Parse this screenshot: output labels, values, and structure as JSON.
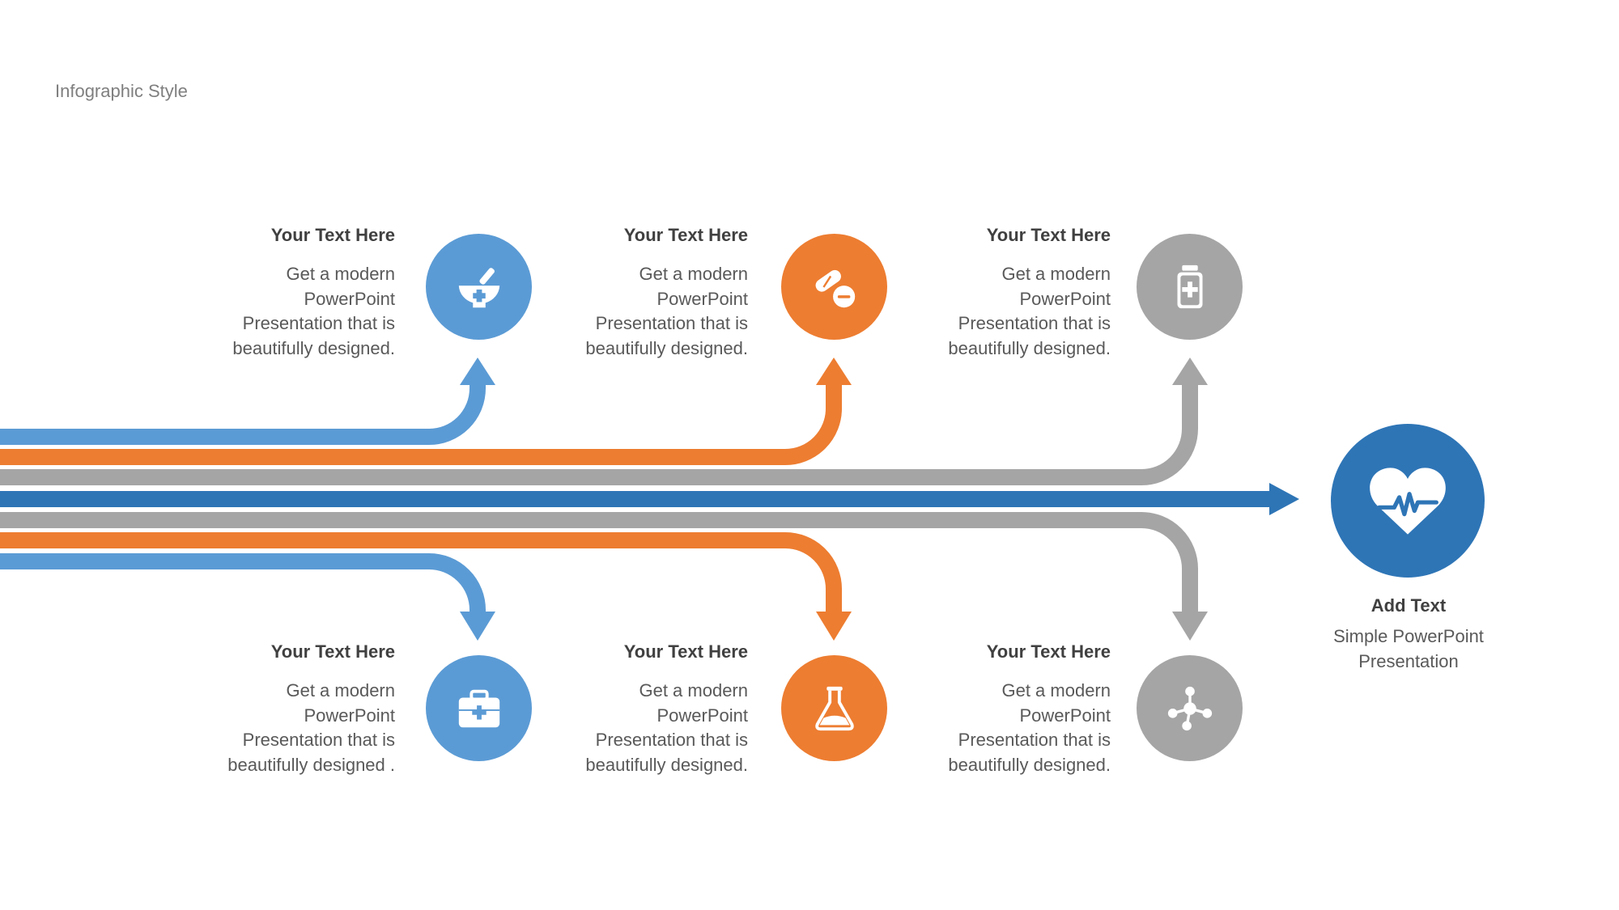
{
  "slide": {
    "title": "Infographic Style"
  },
  "colors": {
    "blue": "#5b9bd5",
    "orange": "#ed7d31",
    "gray": "#a5a5a5",
    "dark_blue": "#2e75b6"
  },
  "top_items": [
    {
      "heading": "Your Text Here",
      "lines": [
        "Get a modern",
        "PowerPoint",
        "Presentation that is",
        "beautifully designed."
      ],
      "icon": "mortar-pestle-icon",
      "color": "blue"
    },
    {
      "heading": "Your Text Here",
      "lines": [
        "Get a modern",
        "PowerPoint",
        "Presentation that is",
        "beautifully designed."
      ],
      "icon": "pills-icon",
      "color": "orange"
    },
    {
      "heading": "Your Text Here",
      "lines": [
        "Get a modern",
        "PowerPoint",
        "Presentation that is",
        "beautifully designed."
      ],
      "icon": "medicine-bottle-icon",
      "color": "gray"
    }
  ],
  "bottom_items": [
    {
      "heading": "Your Text Here",
      "lines": [
        "Get a modern",
        "PowerPoint",
        "Presentation that is",
        "beautifully designed ."
      ],
      "icon": "first-aid-kit-icon",
      "color": "blue"
    },
    {
      "heading": "Your Text Here",
      "lines": [
        "Get a modern",
        "PowerPoint",
        "Presentation that is",
        "beautifully designed."
      ],
      "icon": "flask-icon",
      "color": "orange"
    },
    {
      "heading": "Your Text Here",
      "lines": [
        "Get a modern",
        "PowerPoint",
        "Presentation that is",
        "beautifully designed."
      ],
      "icon": "molecule-icon",
      "color": "gray"
    }
  ],
  "center": {
    "heading": "Add Text",
    "lines": [
      "Simple PowerPoint",
      "Presentation"
    ],
    "icon": "heartbeat-icon"
  }
}
